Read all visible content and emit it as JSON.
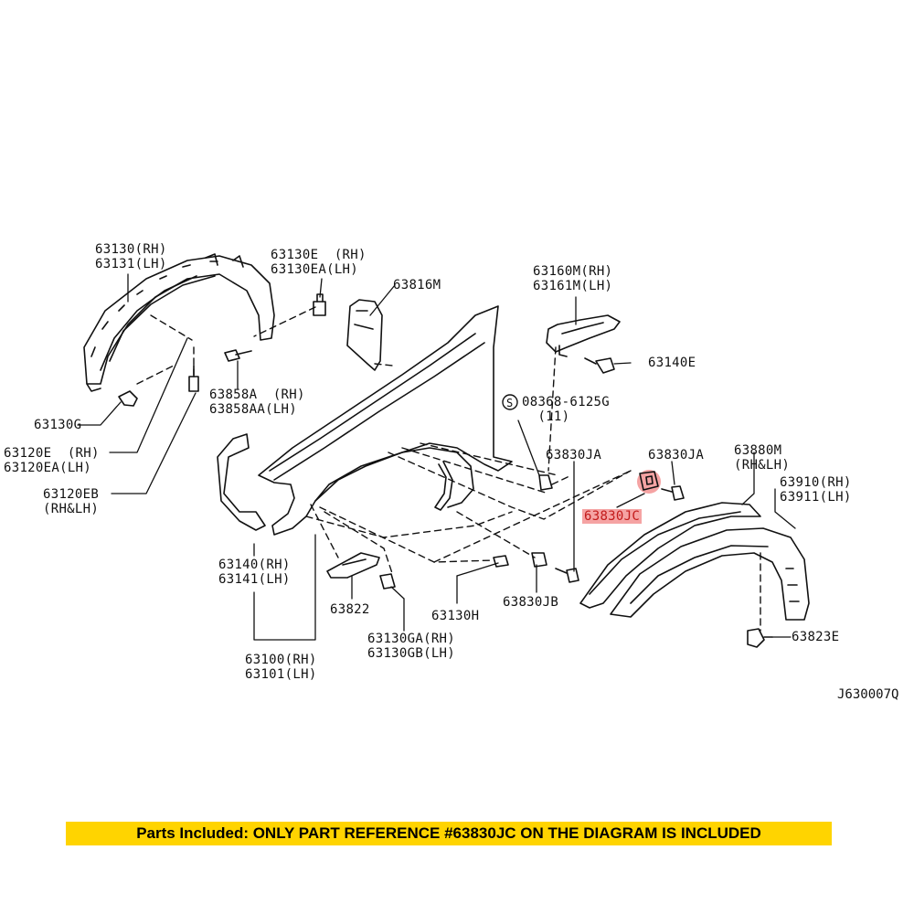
{
  "labels": {
    "p63130": "63130(RH)\n63131(LH)",
    "p63130E": "63130E  (RH)\n63130EA(LH)",
    "p63816M": "63816M",
    "p63160M": "63160M(RH)\n63161M(LH)",
    "p63140E": "63140E",
    "p63130G": "63130G",
    "p63858A": "63858A  (RH)\n63858AA(LH)",
    "p08368": "08368-6125G\n  (11)",
    "p63830JA_1": "63830JA",
    "p63830JA_2": "63830JA",
    "p63880M": "63880M\n(RH&LH)",
    "p63910": "63910(RH)\n63911(LH)",
    "p63120E": "63120E  (RH)\n63120EA(LH)",
    "p63120EB": "63120EB\n(RH&LH)",
    "p63830JC": "63830JC",
    "p63140": "63140(RH)\n63141(LH)",
    "p63822": "63822",
    "p63130H": "63130H",
    "p63830JB": "63830JB",
    "p63823E": "63823E",
    "p63130GA": "63130GA(RH)\n63130GB(LH)",
    "p63100": "63100(RH)\n63101(LH)"
  },
  "diagram_code": "J630007Q",
  "banner": "Parts Included: ONLY PART REFERENCE #63830JC ON THE DIAGRAM IS INCLUDED",
  "colors": {
    "highlight_bg": "#f5a3a3",
    "highlight_text": "#c21a1a",
    "banner_bg": "#ffd400"
  }
}
